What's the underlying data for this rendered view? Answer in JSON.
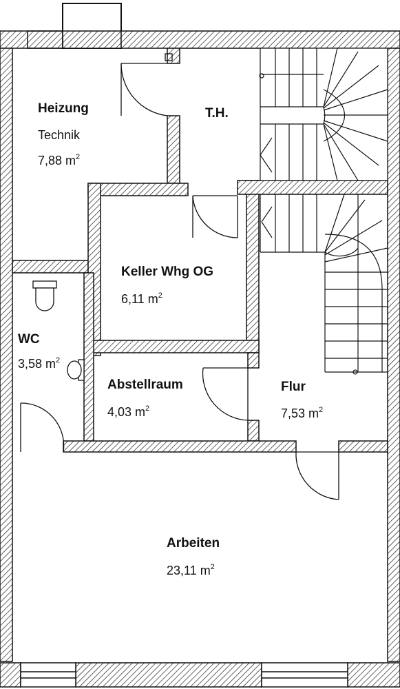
{
  "rooms": [
    {
      "key": "heizung",
      "name": "Heizung",
      "sub": "Technik",
      "area": "7,88 m",
      "unit_exp": "2"
    },
    {
      "key": "th",
      "name": "T.H."
    },
    {
      "key": "keller",
      "name": "Keller Whg OG",
      "area": "6,11 m",
      "unit_exp": "2"
    },
    {
      "key": "wc",
      "name": "WC",
      "area": "3,58 m",
      "unit_exp": "2"
    },
    {
      "key": "abstellraum",
      "name": "Abstellraum",
      "area": "4,03 m",
      "unit_exp": "2"
    },
    {
      "key": "flur",
      "name": "Flur",
      "area": "7,53 m",
      "unit_exp": "2"
    },
    {
      "key": "arbeiten",
      "name": "Arbeiten",
      "area": "23,11 m",
      "unit_exp": "2"
    }
  ],
  "colors": {
    "line": "#111111",
    "hatch": "#222222",
    "background": "#ffffff"
  }
}
